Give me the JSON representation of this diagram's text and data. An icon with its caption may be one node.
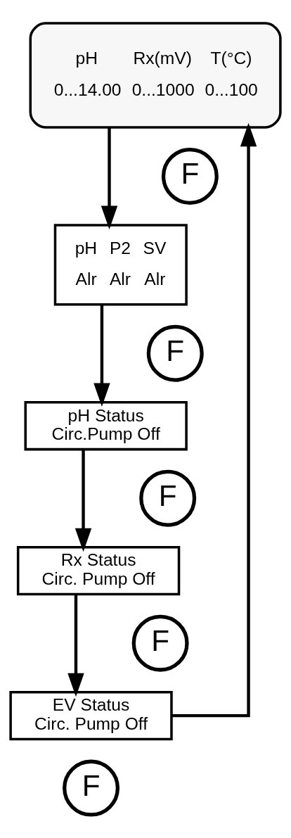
{
  "diagram": {
    "nodes": [
      {
        "text": [
          "pH",
          "Rx(mV)",
          "T(°C)",
          "0...14.00",
          "0...1000",
          "0...100"
        ]
      },
      {
        "text": [
          "pH",
          "P2",
          "SV",
          "Alr",
          "Alr",
          "Alr"
        ]
      },
      {
        "text": [
          "pH Status",
          "Circ.Pump Off"
        ]
      },
      {
        "text": [
          "Rx Status",
          "Circ. Pump Off"
        ]
      },
      {
        "text": [
          "EV Status",
          "Circ. Pump Off"
        ]
      },
      {
        "text": [
          "F"
        ]
      },
      {
        "text": [
          "F"
        ]
      },
      {
        "text": [
          "F"
        ]
      },
      {
        "text": [
          "F"
        ]
      },
      {
        "text": [
          "F"
        ]
      }
    ],
    "edges": [
      {
        "from": 0,
        "to": 1,
        "arrow": "to"
      },
      {
        "from": 1,
        "to": 2,
        "arrow": "to"
      },
      {
        "from": 2,
        "to": 3,
        "arrow": "to"
      },
      {
        "from": 3,
        "to": 4,
        "arrow": "to"
      },
      {
        "from": 4,
        "to": 0,
        "arrow": "to"
      }
    ]
  }
}
